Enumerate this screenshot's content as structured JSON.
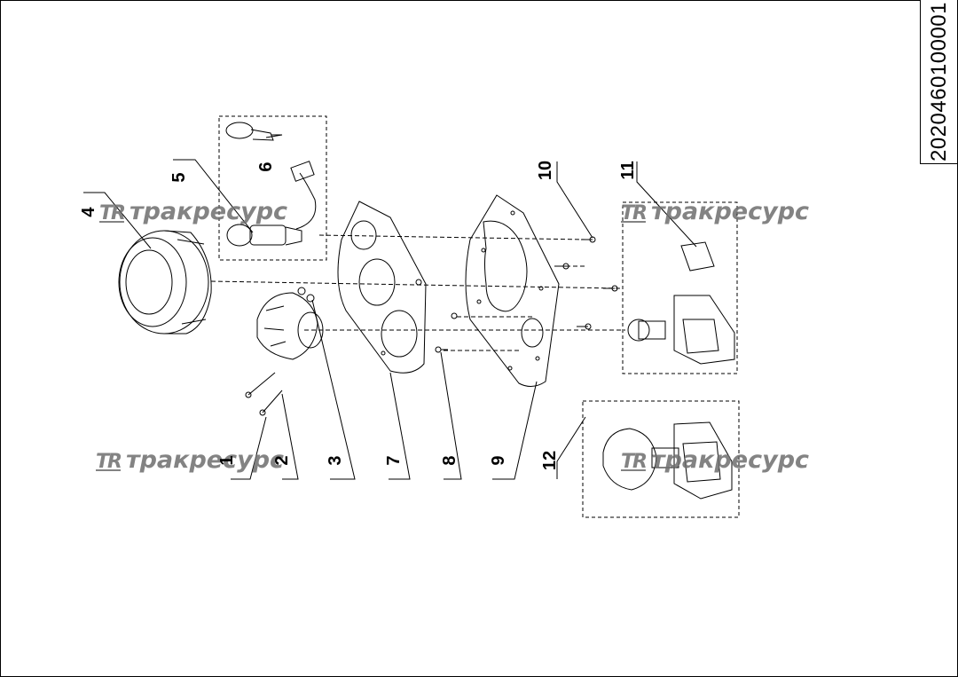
{
  "document_code": "2020460100001",
  "watermark": {
    "logo": "TR",
    "text": "тракресурс"
  },
  "callouts": [
    "1",
    "2",
    "3",
    "4",
    "5",
    "6",
    "7",
    "8",
    "9",
    "10",
    "11",
    "12"
  ],
  "colors": {
    "line": "#000000",
    "watermark": "#6e6e6e"
  }
}
